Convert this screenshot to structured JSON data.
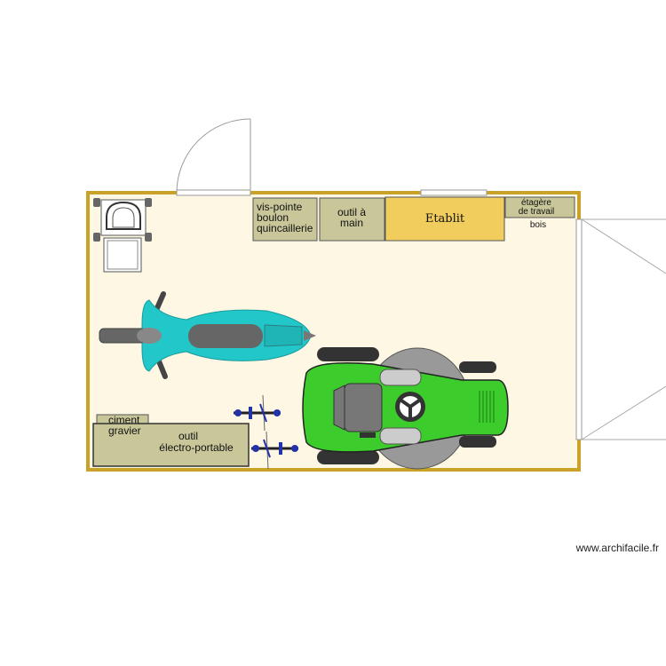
{
  "plan": {
    "colors": {
      "wall": "#c9a227",
      "floor": "#fdf7e3",
      "furniture": "#c9c79a",
      "workbench": "#f0cd5c",
      "scooter": "#22c7c9",
      "tractor": "#3ccc2c"
    },
    "labels": {
      "screws": [
        "vis-pointe",
        "boulon",
        "quincaillerie"
      ],
      "hand_tools": [
        "outil à",
        "main"
      ],
      "workbench": "Etablit",
      "shelf": [
        "étagère",
        "de travail"
      ],
      "wood": "bois",
      "cement": [
        "ciment",
        "gravier"
      ],
      "power_tools": [
        "outil",
        "électro-portable"
      ]
    },
    "icons": [
      "door-swing-icon",
      "toilet-icon",
      "scooter-icon",
      "tractor-mower-icon",
      "bicycle-icon",
      "double-door-icon"
    ]
  },
  "watermark": "www.archifacile.fr"
}
